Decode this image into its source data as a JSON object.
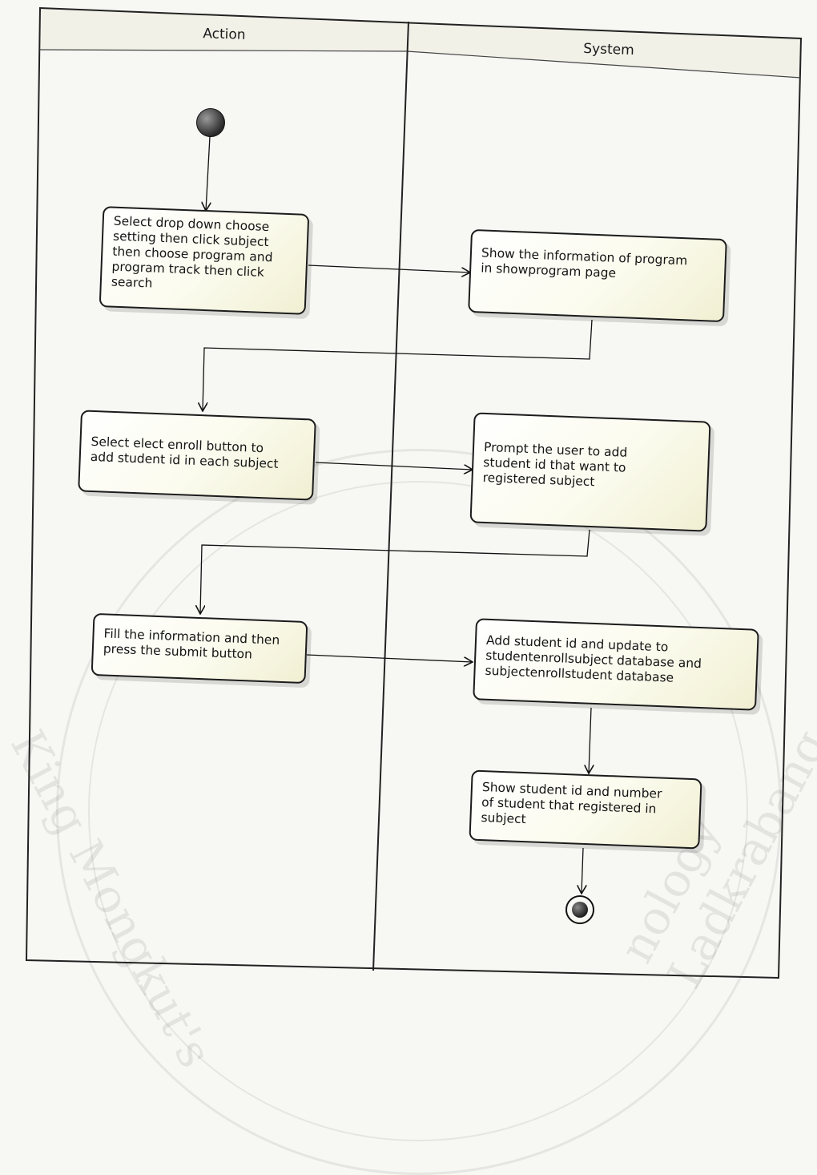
{
  "diagram": {
    "lanes": [
      {
        "title": "Action"
      },
      {
        "title": "System"
      }
    ],
    "activities": [
      {
        "text": "Select drop down choose\nsetting then click subject\nthen choose program and\nprogram track  then click\nsearch"
      },
      {
        "text": "Show the information of program\nin showprogram page"
      },
      {
        "text": "Select elect enroll button to\nadd student id in each subject"
      },
      {
        "text": "Prompt the user to add\nstudent id that want to\nregistered subject"
      },
      {
        "text": "Fill the information and then\npress the submit button"
      },
      {
        "text": "Add student id and update to\nstudentenrollsubject database and\nsubjectenrollstudent database"
      },
      {
        "text": "Show student id and number\nof student that registered in\nsubject"
      }
    ],
    "watermark": {
      "left_text": "King Mongkut's",
      "right_text": "nology Ladkrabang"
    }
  }
}
